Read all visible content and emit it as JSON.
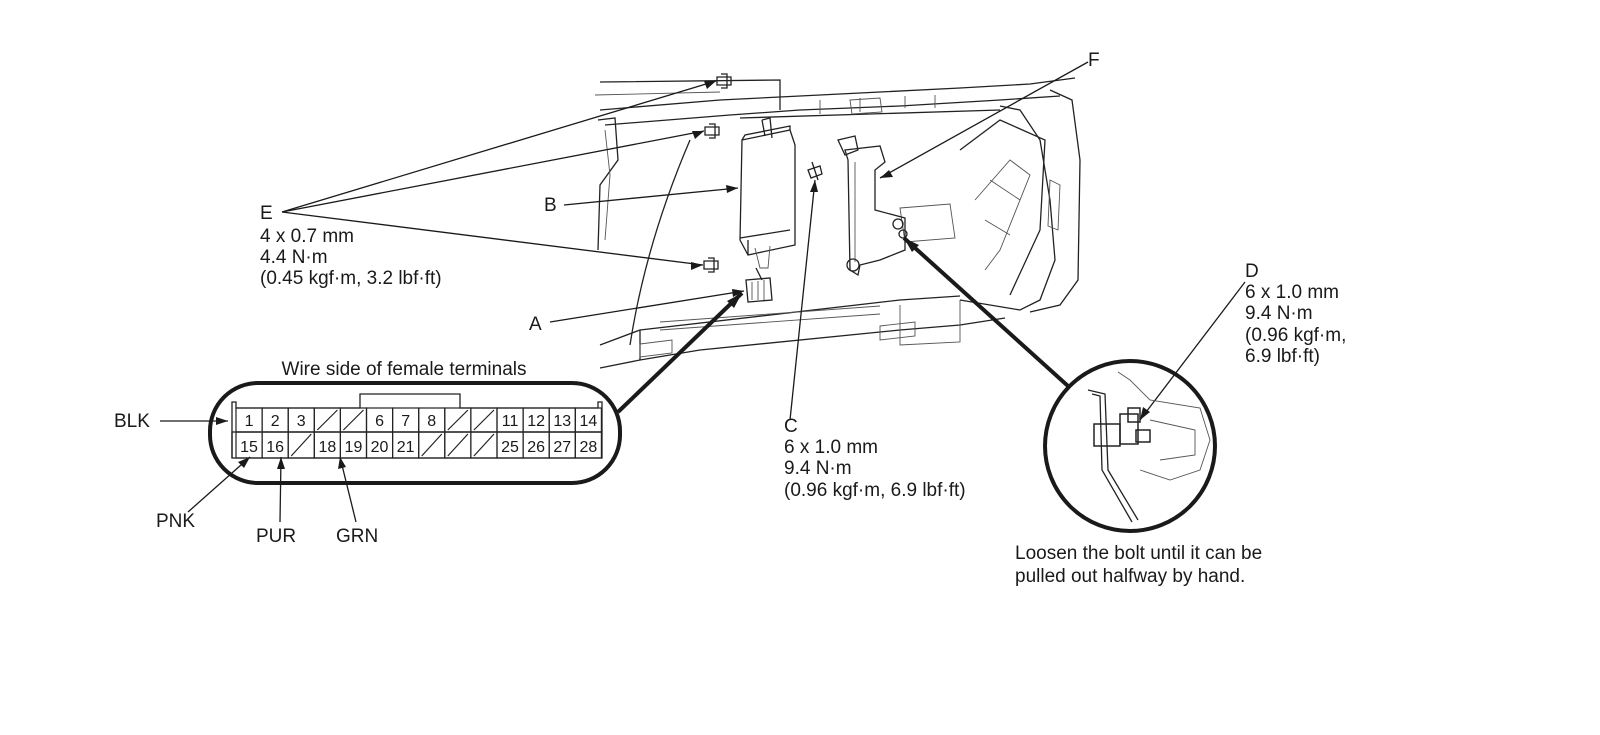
{
  "callouts": {
    "A": {
      "letter": "A"
    },
    "B": {
      "letter": "B"
    },
    "C": {
      "letter": "C",
      "size": "6 x 1.0 mm",
      "torque": "9.4 N·m",
      "torque_alt": "(0.96 kgf·m, 6.9 lbf·ft)"
    },
    "D": {
      "letter": "D",
      "size": "6 x 1.0 mm",
      "torque": "9.4 N·m",
      "torque_alt_1": "(0.96 kgf·m,",
      "torque_alt_2": "6.9 lbf·ft)"
    },
    "E": {
      "letter": "E",
      "size": "4 x 0.7 mm",
      "torque": "4.4 N·m",
      "torque_alt": "(0.45 kgf·m, 3.2 lbf·ft)"
    },
    "F": {
      "letter": "F"
    }
  },
  "connector": {
    "title": "Wire side of female terminals",
    "top_row": [
      "1",
      "2",
      "3",
      "",
      "",
      "6",
      "7",
      "8",
      "",
      "",
      "11",
      "12",
      "13",
      "14"
    ],
    "bottom_row": [
      "15",
      "16",
      "",
      "18",
      "19",
      "20",
      "21",
      "",
      "",
      "",
      "25",
      "26",
      "27",
      "28"
    ]
  },
  "wires": {
    "blk": "BLK",
    "pnk": "PNK",
    "pur": "PUR",
    "grn": "GRN"
  },
  "note": {
    "line1": "Loosen the bolt until it can be",
    "line2": "pulled out halfway by hand."
  }
}
